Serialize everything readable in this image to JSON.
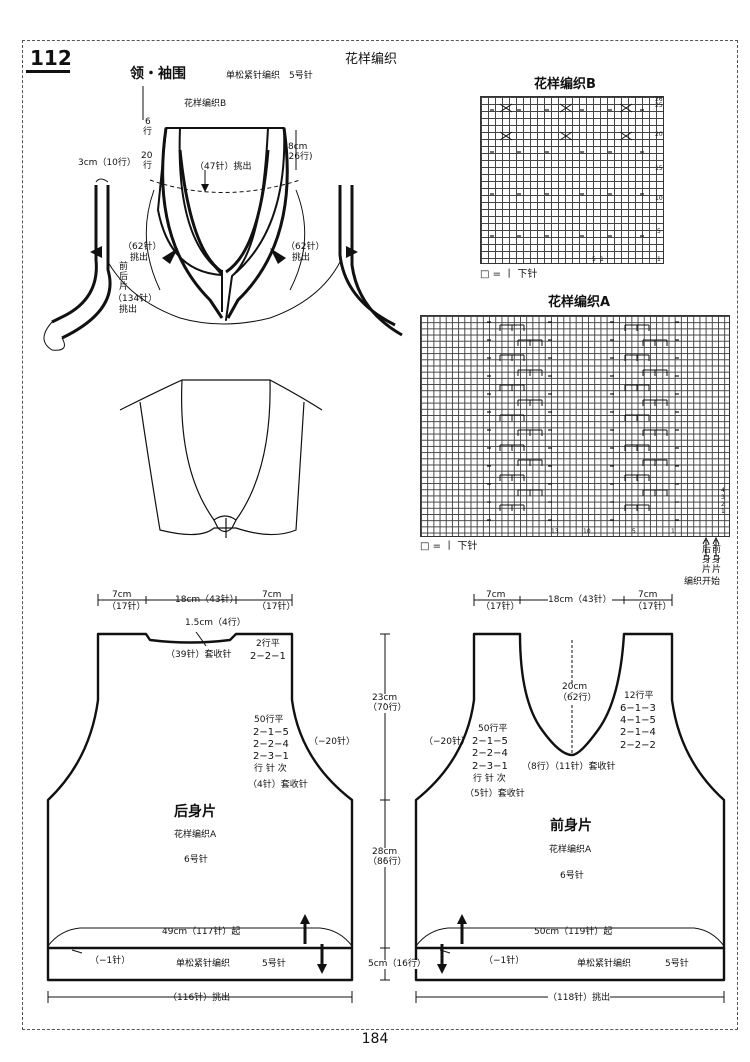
{
  "page": {
    "number": "112",
    "footer_number": "184"
  },
  "collar": {
    "title": "领・袖围",
    "subtitle": "单松紧针编织　5号针",
    "pattern_b_label": "花样编织B",
    "rows_6": "6",
    "rows_6_unit": "行",
    "rows_20": "20",
    "rows_20_unit": "行",
    "top_right": "8cm",
    "top_right_rows": "(26行)",
    "left_cm": "3cm（10行）",
    "pickup_center": "（47针）挑出",
    "pickup_left": "（62针）",
    "pickup_left2": "挑出",
    "pickup_right": "（62针）",
    "pickup_right2": "挑出",
    "front_back_1": "前",
    "front_back_2": "后",
    "front_back_3": "片",
    "front_back_4": "（134针）",
    "front_back_5": "挑出"
  },
  "pattern_header": "花样编织",
  "pattern_b": {
    "title": "花样编织B",
    "legend": "□ = 丨 下针",
    "row_nums": [
      "26",
      "25",
      "20",
      "15",
      "10",
      "5",
      "1"
    ],
    "col_nums": [
      "5",
      "1"
    ]
  },
  "pattern_a": {
    "title": "花样编织A",
    "legend": "□ = 丨 下针",
    "row_nums": [
      "4",
      "3",
      "2",
      "1"
    ],
    "col_nums": [
      "13",
      "10",
      "5",
      "1"
    ],
    "start_1": "后",
    "start_1b": "前",
    "start_2": "身",
    "start_2b": "身",
    "start_3": "片",
    "start_3b": "片",
    "start_label": "编织开始"
  },
  "back": {
    "top_left": "7cm",
    "top_left_sts": "（17针）",
    "top_mid": "18cm（43针）",
    "top_right": "7cm",
    "top_right_sts": "（17针）",
    "neck": "1.5cm（4行）",
    "bind_off": "（39针）套收针",
    "rows_2": "2行平",
    "dec_1": "2−2−1",
    "rows_50": "50行平",
    "dec_a": "2−1−5",
    "dec_b": "2−2−4",
    "dec_c": "2−3−1",
    "dec_hdr": "行 针 次",
    "side_dec": "（−20针）",
    "bind_4": "（4针）套收针",
    "name": "后身片",
    "pattern": "花样编织A",
    "needle": "6号针",
    "hem_width": "49cm（117针）起",
    "hem_dec": "（−1针）",
    "rib": "单松紧针编织",
    "rib_needle": "5号针",
    "pickup": "（116针）挑出"
  },
  "middle": {
    "h1": "23cm",
    "h1_rows": "（70行）",
    "h2": "28cm",
    "h2_rows": "（86行）",
    "h3": "5cm（16行）"
  },
  "front": {
    "top_left": "7cm",
    "top_left_sts": "（17针）",
    "top_mid": "18cm（43针）",
    "top_right": "7cm",
    "top_right_sts": "（17针）",
    "neck_depth": "20cm",
    "neck_depth_rows": "（62行）",
    "rows_12": "12行平",
    "n_a": "6−1−3",
    "n_b": "4−1−5",
    "n_c": "2−1−4",
    "n_d": "2−2−2",
    "rows_50": "50行平",
    "dec_a": "2−1−5",
    "dec_b": "2−2−4",
    "dec_c": "2−3−1",
    "dec_hdr": "行 针 次",
    "side_dec": "（−20针）",
    "bind_8": "（8行）",
    "bind_11": "（11针）套收针",
    "bind_5": "（5针）套收针",
    "name": "前身片",
    "pattern": "花样编织A",
    "needle": "6号针",
    "hem_width": "50cm（119针）起",
    "hem_dec": "（−1针）",
    "rib": "单松紧针编织",
    "rib_needle": "5号针",
    "pickup": "（118针）挑出"
  }
}
